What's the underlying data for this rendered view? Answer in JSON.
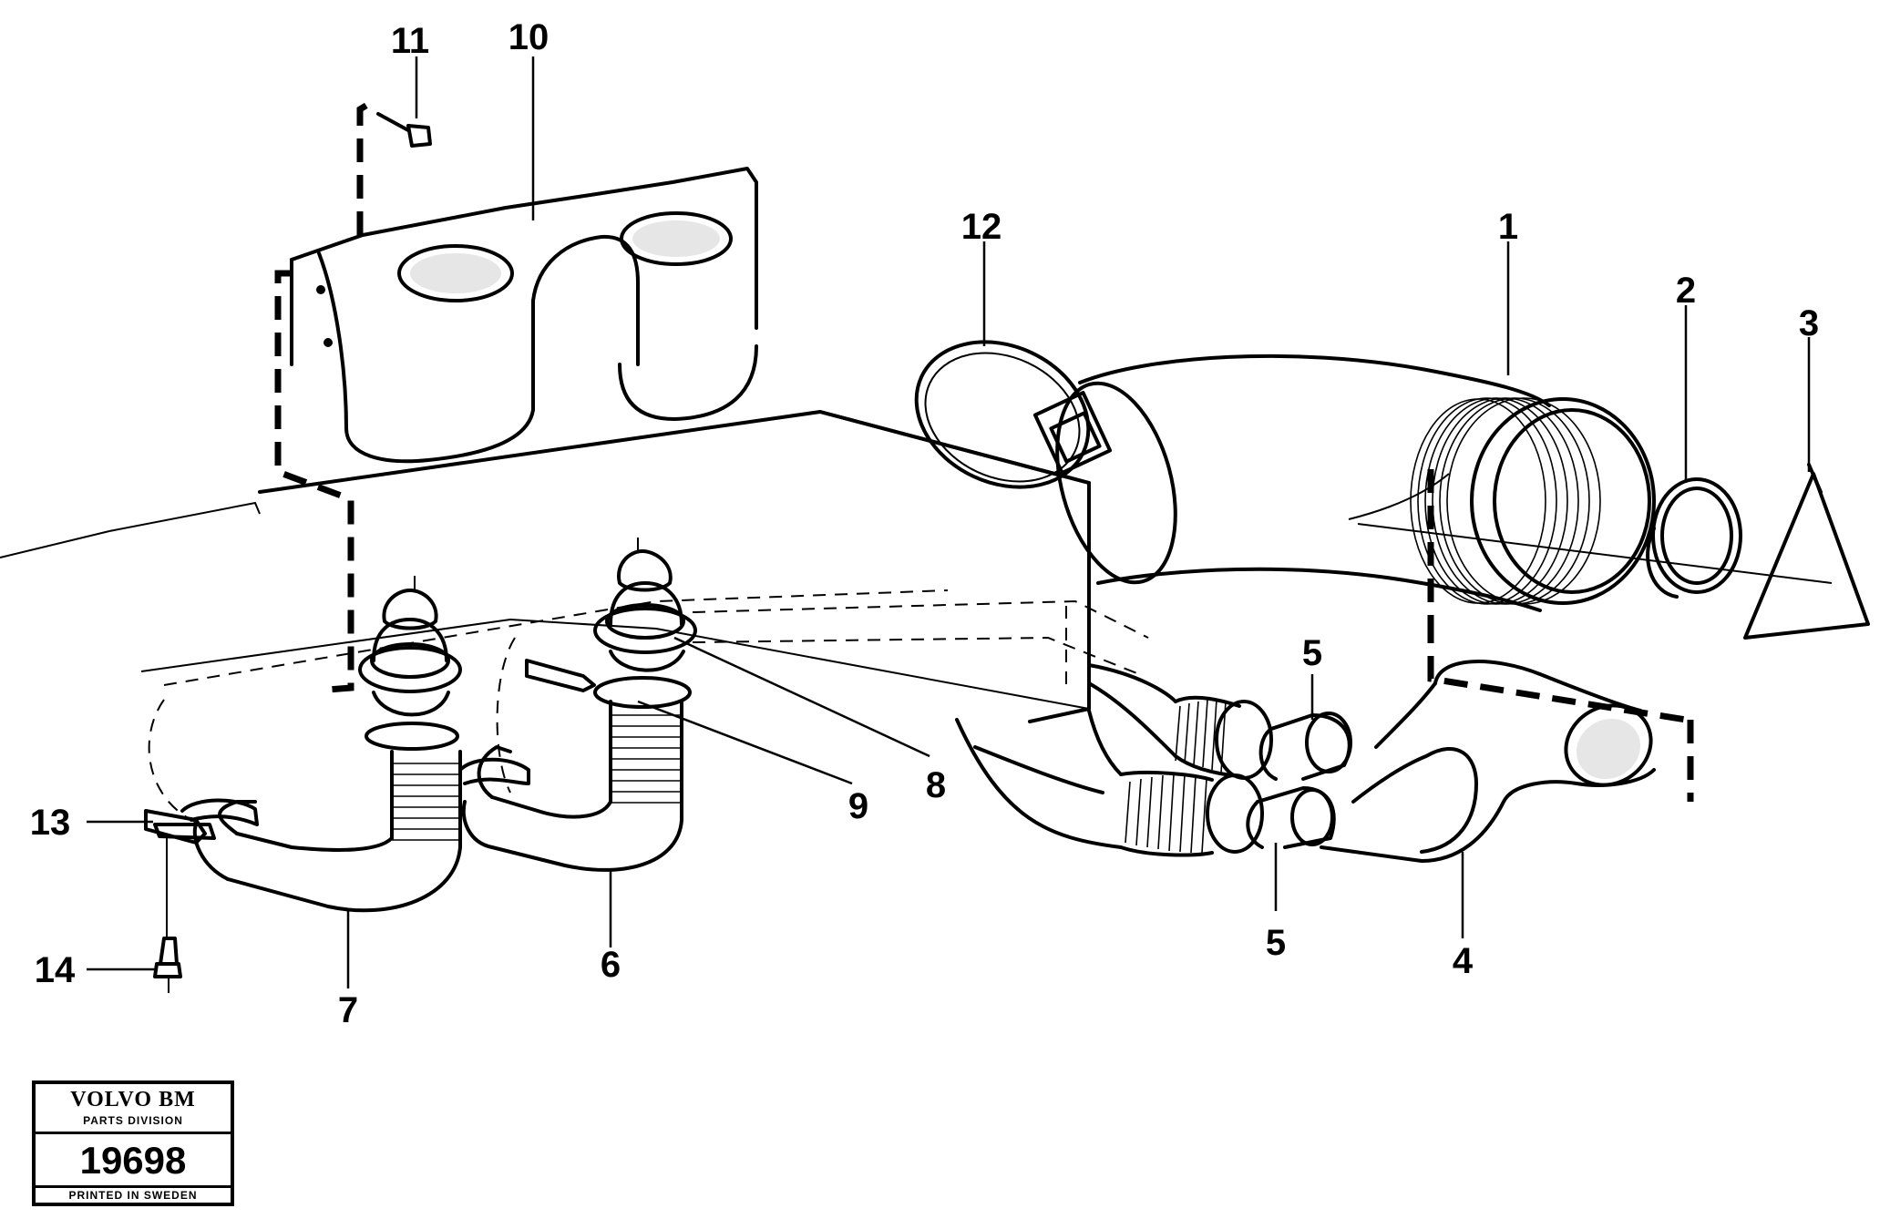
{
  "callouts": {
    "c1": "1",
    "c2": "2",
    "c3": "3",
    "c4": "4",
    "c5a": "5",
    "c5b": "5",
    "c6": "6",
    "c7": "7",
    "c8": "8",
    "c9": "9",
    "c10": "10",
    "c11": "11",
    "c12": "12",
    "c13": "13",
    "c14": "14"
  },
  "stamp": {
    "brand": "VOLVO BM",
    "division": "PARTS DIVISION",
    "number": "19698",
    "printed": "PRINTED IN SWEDEN"
  }
}
